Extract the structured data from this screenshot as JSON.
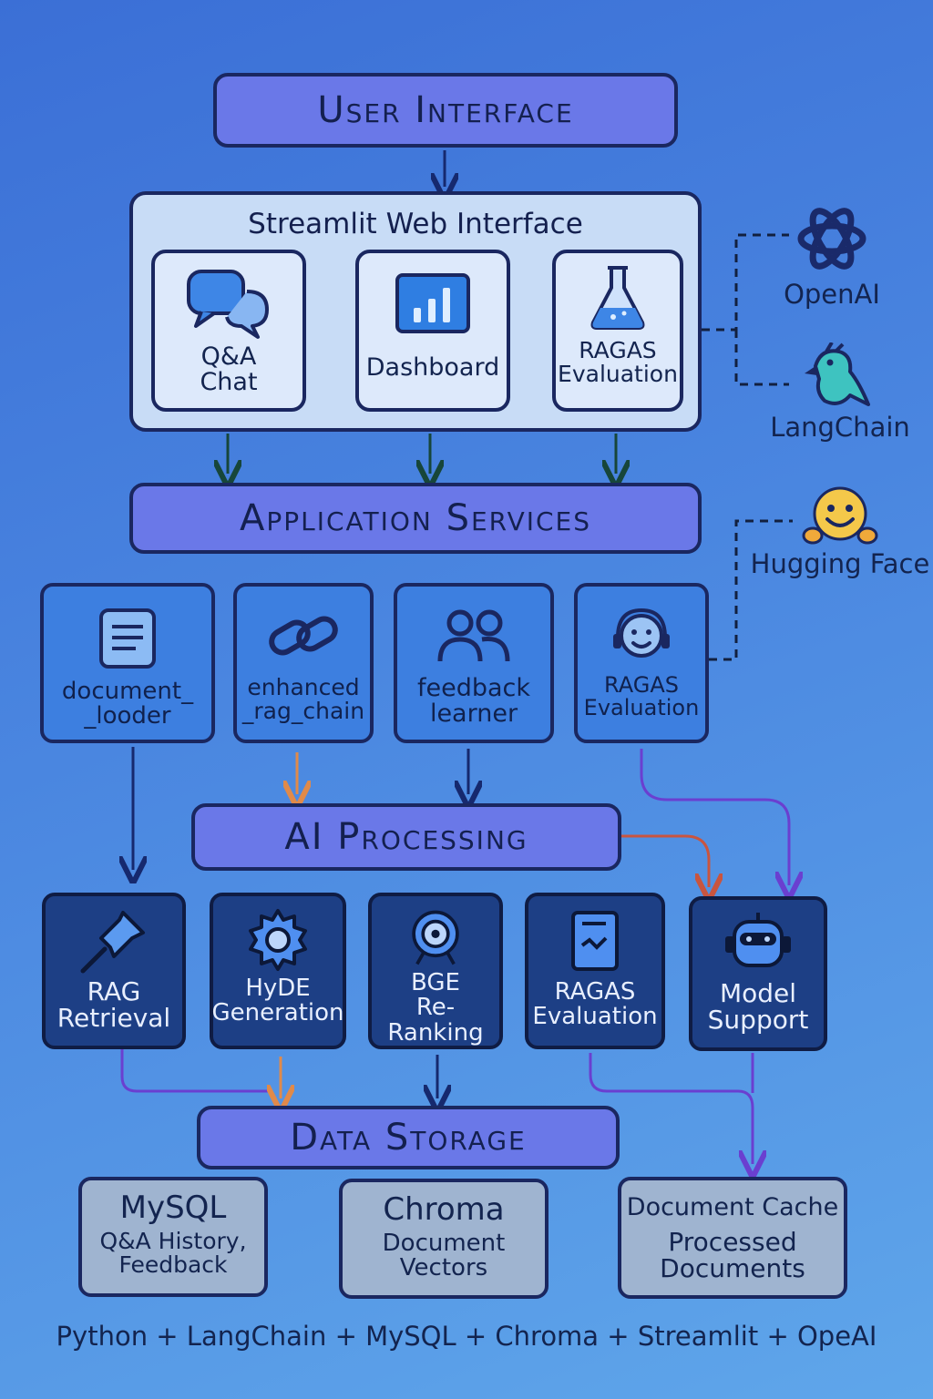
{
  "layers": {
    "ui": "User Interface",
    "services": "Application Services",
    "ai": "AI Processing",
    "storage": "Data Storage"
  },
  "ui_panel": {
    "title": "Streamlit Web Interface",
    "cards": [
      {
        "label": "Q&A\nChat",
        "icon": "chat-bubbles-icon"
      },
      {
        "label": "Dashboard",
        "icon": "bar-chart-icon"
      },
      {
        "label": "RAGAS\nEvaluation",
        "icon": "flask-icon"
      }
    ]
  },
  "services": [
    {
      "label": "document_\n_looder",
      "icon": "document-icon"
    },
    {
      "label": "enhanced\n_rag_chain",
      "icon": "link-icon"
    },
    {
      "label": "feedback\nlearner",
      "icon": "users-icon"
    },
    {
      "label": "RAGAS\nEvaluation",
      "icon": "headset-face-icon"
    }
  ],
  "ai_modules": [
    {
      "label": "RAG\nRetrieval",
      "icon": "pin-icon"
    },
    {
      "label": "HyDE\nGeneration",
      "icon": "gear-icon"
    },
    {
      "label": "BGE\nRe-Ranking",
      "icon": "target-icon"
    },
    {
      "label": "RAGAS\nEvaluation",
      "icon": "report-icon"
    },
    {
      "label": "Model\nSupport",
      "icon": "robot-icon"
    }
  ],
  "storage": [
    {
      "name": "MySQL",
      "desc": "Q&A History,\nFeedback"
    },
    {
      "name": "Chroma",
      "desc": "Document\nVectors"
    },
    {
      "name": "Document Cache",
      "desc": "Processed\nDocuments"
    }
  ],
  "external": [
    {
      "label": "OpenAI",
      "icon": "openai-logo-icon"
    },
    {
      "label": "LangChain",
      "icon": "parrot-icon"
    },
    {
      "label": "Hugging Face",
      "icon": "hugging-face-icon"
    }
  ],
  "footer": "Python + LangChain + MySQL + Chroma + Streamlit + OpeAI",
  "colors": {
    "header_fill": "#6a78e8",
    "service_fill": "#3d7fe0",
    "ai_fill": "#1d3f85",
    "storage_fill": "#9fb4d0",
    "arrow_orange": "#e08a4a",
    "arrow_red": "#c9553f",
    "arrow_purple": "#6a3fd0",
    "arrow_navy": "#1a2f7a"
  }
}
